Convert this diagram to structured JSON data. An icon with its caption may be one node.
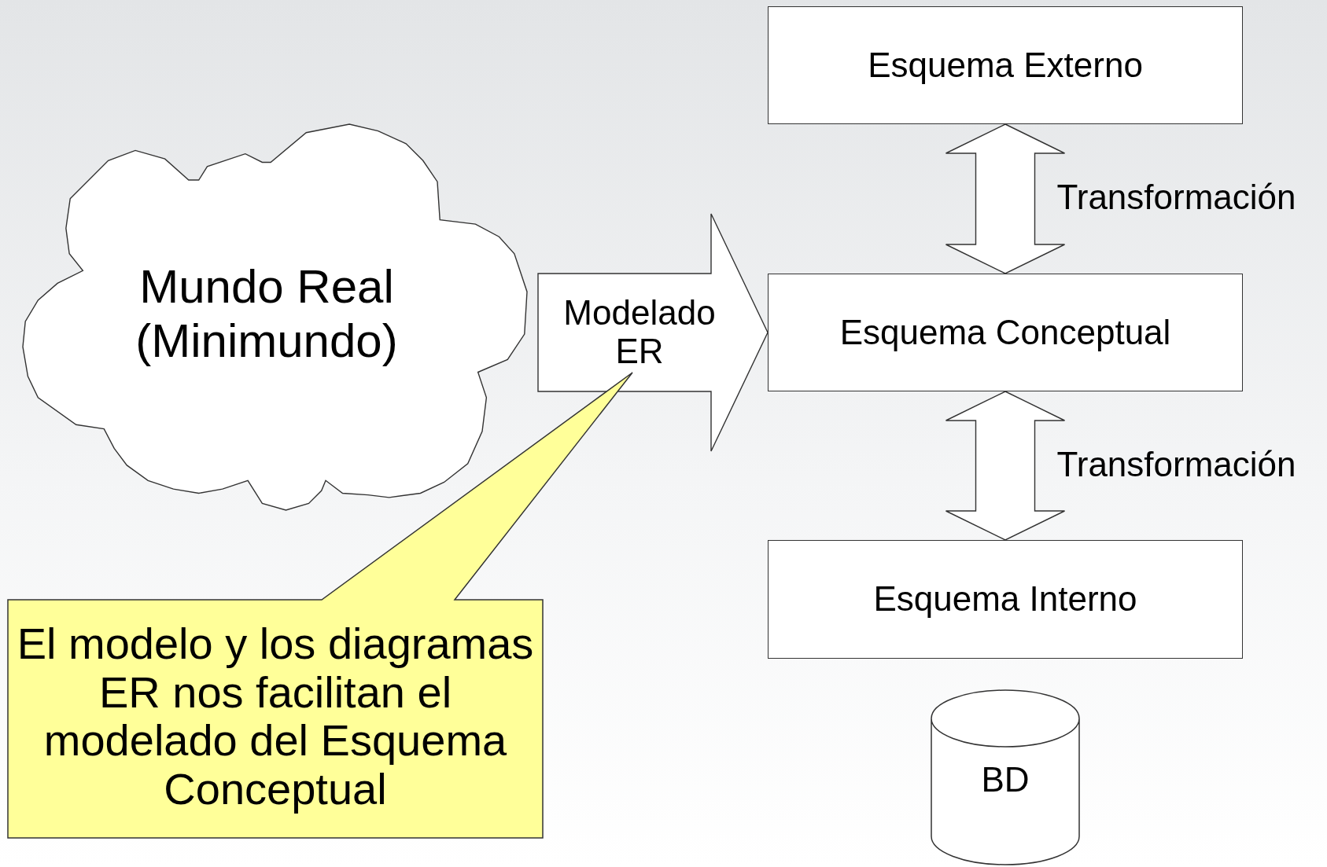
{
  "diagram": {
    "nodes": [
      {
        "text": [
          "Mundo Real (Minimundo)"
        ]
      },
      {
        "text": [
          "Esquema Externo"
        ]
      },
      {
        "text": [
          "Esquema Conceptual"
        ]
      },
      {
        "text": [
          "Esquema Interno"
        ]
      },
      {
        "text": [
          "BD"
        ]
      },
      {
        "text": [
          "El modelo y los diagramas ER nos facilitan el modelado del Esquema Conceptual"
        ]
      }
    ],
    "edges": [
      {
        "from": 0,
        "to": 2,
        "arrow": "to",
        "label": "Modelado ER"
      },
      {
        "from": 1,
        "to": 2,
        "arrow": "both",
        "label": "Transformación"
      },
      {
        "from": 2,
        "to": 3,
        "arrow": "both",
        "label": "Transformación"
      }
    ]
  }
}
